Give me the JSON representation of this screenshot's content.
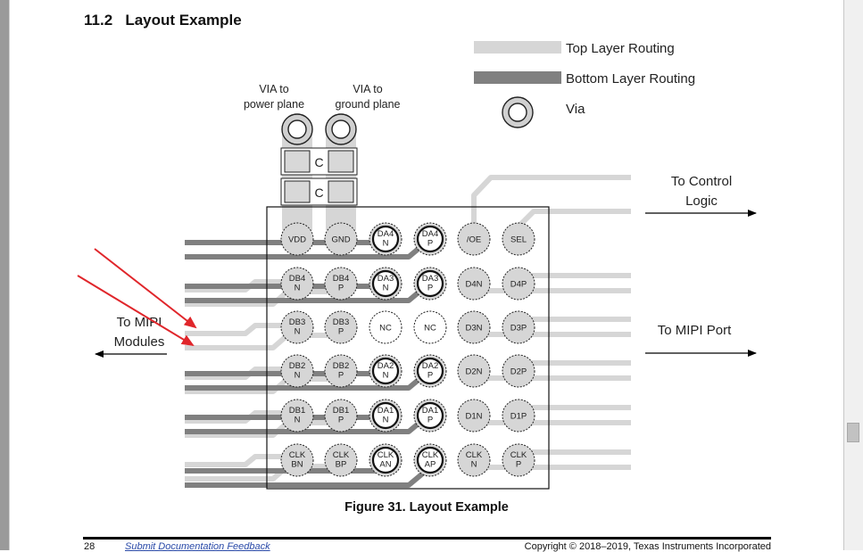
{
  "section": {
    "number": "11.2",
    "title": "Layout Example"
  },
  "legend": {
    "top_layer": "Top Layer Routing",
    "bottom_layer": "Bottom Layer Routing",
    "via": "Via",
    "top_color": "#d6d6d6",
    "bottom_color": "#808080"
  },
  "labels": {
    "via_power": [
      "VIA to",
      "power plane"
    ],
    "via_ground": [
      "VIA to",
      "ground plane"
    ],
    "capacitor": "C",
    "to_control_logic": [
      "To Control",
      "Logic"
    ],
    "to_mipi_modules": [
      "To MIPI",
      "Modules"
    ],
    "to_mipi_port": "To MIPI Port"
  },
  "pins": [
    [
      [
        "VDD"
      ],
      [
        "GND"
      ],
      [
        "DA4",
        "N"
      ],
      [
        "DA4",
        "P"
      ],
      [
        "/OE"
      ],
      [
        "SEL"
      ]
    ],
    [
      [
        "DB4",
        "N"
      ],
      [
        "DB4",
        "P"
      ],
      [
        "DA3",
        "N"
      ],
      [
        "DA3",
        "P"
      ],
      [
        "D4N"
      ],
      [
        "D4P"
      ]
    ],
    [
      [
        "DB3",
        "N"
      ],
      [
        "DB3",
        "P"
      ],
      [
        "NC"
      ],
      [
        "NC"
      ],
      [
        "D3N"
      ],
      [
        "D3P"
      ]
    ],
    [
      [
        "DB2",
        "N"
      ],
      [
        "DB2",
        "P"
      ],
      [
        "DA2",
        "N"
      ],
      [
        "DA2",
        "P"
      ],
      [
        "D2N"
      ],
      [
        "D2P"
      ]
    ],
    [
      [
        "DB1",
        "N"
      ],
      [
        "DB1",
        "P"
      ],
      [
        "DA1",
        "N"
      ],
      [
        "DA1",
        "P"
      ],
      [
        "D1N"
      ],
      [
        "D1P"
      ]
    ],
    [
      [
        "CLK",
        "BN"
      ],
      [
        "CLK",
        "BP"
      ],
      [
        "CLK",
        "AN"
      ],
      [
        "CLK",
        "AP"
      ],
      [
        "CLK",
        "N"
      ],
      [
        "CLK",
        "P"
      ]
    ]
  ],
  "figure_caption": "Figure 31.  Layout Example",
  "footer": {
    "page": "28",
    "link": "Submit Documentation Feedback",
    "copyright": "Copyright © 2018–2019, Texas Instruments Incorporated"
  },
  "annotation_color": "#e0262b"
}
